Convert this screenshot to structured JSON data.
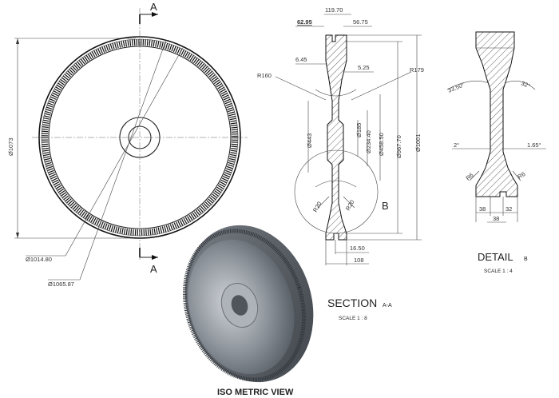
{
  "section_marks": {
    "top": "A",
    "bottom": "A"
  },
  "front_view": {
    "dia_outer": "Ø1073",
    "dia_1014": "Ø1014.80",
    "dia_1065": "Ø1065.87"
  },
  "section_view": {
    "title": "SECTION",
    "title_suffix": "A-A",
    "scale": "SCALE 1 : 8",
    "dims": {
      "top_width": "119.70",
      "left_offset": "62.95",
      "right_offset": "56.75",
      "web_left": "6.45",
      "web_right": "5.25",
      "r160": "R160",
      "r179": "R179",
      "d443": "Ø443",
      "d185": "Ø185",
      "d234": "Ø234.40",
      "d458": "Ø458.50",
      "d967": "Ø967.70",
      "d1001": "Ø1001",
      "r20_left": "R20",
      "r20_right": "R20",
      "bottom_1650": "16.50",
      "bottom_108": "108"
    },
    "detail_callout": "B"
  },
  "detail_view": {
    "title": "DETAIL",
    "title_suffix": "B",
    "scale": "SCALE 1 : 4",
    "dims": {
      "angle_left": "33.50°",
      "angle_right": "32°",
      "angle_2": "2°",
      "angle_165": "1.65°",
      "r6_left": "R6",
      "r6_right": "R6",
      "w38_a": "38",
      "w38_b": "38",
      "w32": "32"
    }
  },
  "iso_view": {
    "title": "ISO METRIC VIEW"
  }
}
